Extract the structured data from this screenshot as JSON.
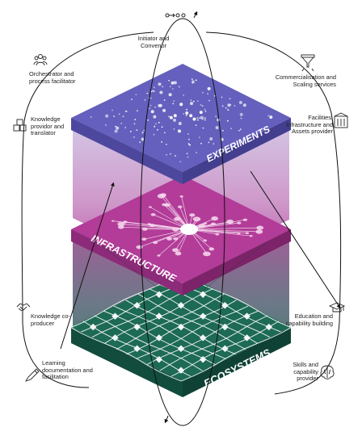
{
  "layers": [
    {
      "id": "experiments",
      "label": "EXPERIMENTS",
      "color": "#6560bd"
    },
    {
      "id": "infrastructure",
      "label": "INFRASTRUCTURE",
      "color": "#b23c98"
    },
    {
      "id": "ecosystems",
      "label": "ECOSYSTEMS",
      "color": "#1d6a55"
    }
  ],
  "roles": {
    "initiator": "Initiator and Convenor",
    "orchestrator": "Orchestrator and process facilitator",
    "knowledge_provider": "Knowledge providor and translator",
    "knowledge_coproducer": "Knowledge co-producer",
    "learning": "Learning documentation and facilitation",
    "commercialisation": "Commercialisation and Scaling services",
    "facilities": "Facilities, Infrastructure and Assets provider",
    "education": "Education and capability building",
    "skills": "Skills and capability provider"
  },
  "icons": {
    "initiator": "chain-link-icon",
    "orchestrator": "team-icon",
    "knowledge_provider": "cubes-icon",
    "knowledge_coproducer": "handshake-icon",
    "learning": "pen-icon",
    "commercialisation": "funnel-icon",
    "facilities": "building-icon",
    "education": "graduation-cap-icon",
    "skills": "brain-icon"
  }
}
